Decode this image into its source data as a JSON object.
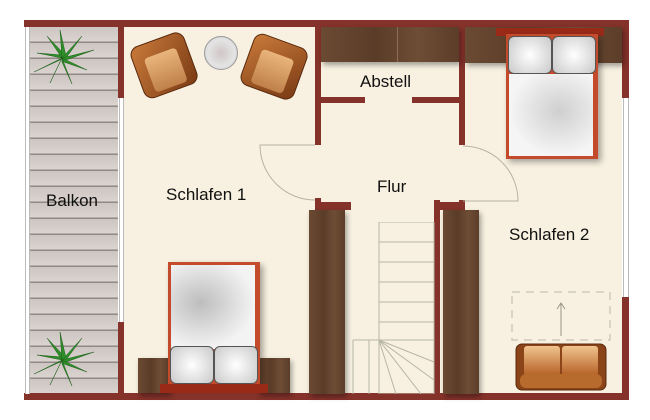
{
  "floorplan": {
    "rooms": [
      {
        "id": "balkon",
        "label": "Balkon"
      },
      {
        "id": "schlafen1",
        "label": "Schlafen 1"
      },
      {
        "id": "abstell",
        "label": "Abstell"
      },
      {
        "id": "flur",
        "label": "Flur"
      },
      {
        "id": "schlafen2",
        "label": "Schlafen 2"
      }
    ],
    "colors": {
      "wall": "#85322a",
      "floor": "#f8f1e1",
      "deck": "#d2cac7",
      "wardrobe": "#5f402b",
      "leather": "#b0602a",
      "bedding": "#e8e8e8",
      "plant": "#2f8f2a"
    },
    "furniture": [
      {
        "type": "plant",
        "room": "balkon",
        "position": "top"
      },
      {
        "type": "plant",
        "room": "balkon",
        "position": "bottom"
      },
      {
        "type": "armchair",
        "room": "schlafen1",
        "position": "top-left"
      },
      {
        "type": "side-table",
        "room": "schlafen1",
        "position": "top-center"
      },
      {
        "type": "armchair",
        "room": "schlafen1",
        "position": "top-right"
      },
      {
        "type": "double-bed",
        "room": "schlafen1",
        "position": "bottom"
      },
      {
        "type": "wardrobe",
        "room": "abstell",
        "position": "top"
      },
      {
        "type": "wardrobe",
        "room": "flur",
        "position": "left"
      },
      {
        "type": "wardrobe",
        "room": "flur",
        "position": "right"
      },
      {
        "type": "staircase",
        "room": "flur",
        "position": "bottom"
      },
      {
        "type": "double-bed",
        "room": "schlafen2",
        "position": "top"
      },
      {
        "type": "sofa-bed",
        "room": "schlafen2",
        "position": "bottom-right"
      }
    ]
  }
}
